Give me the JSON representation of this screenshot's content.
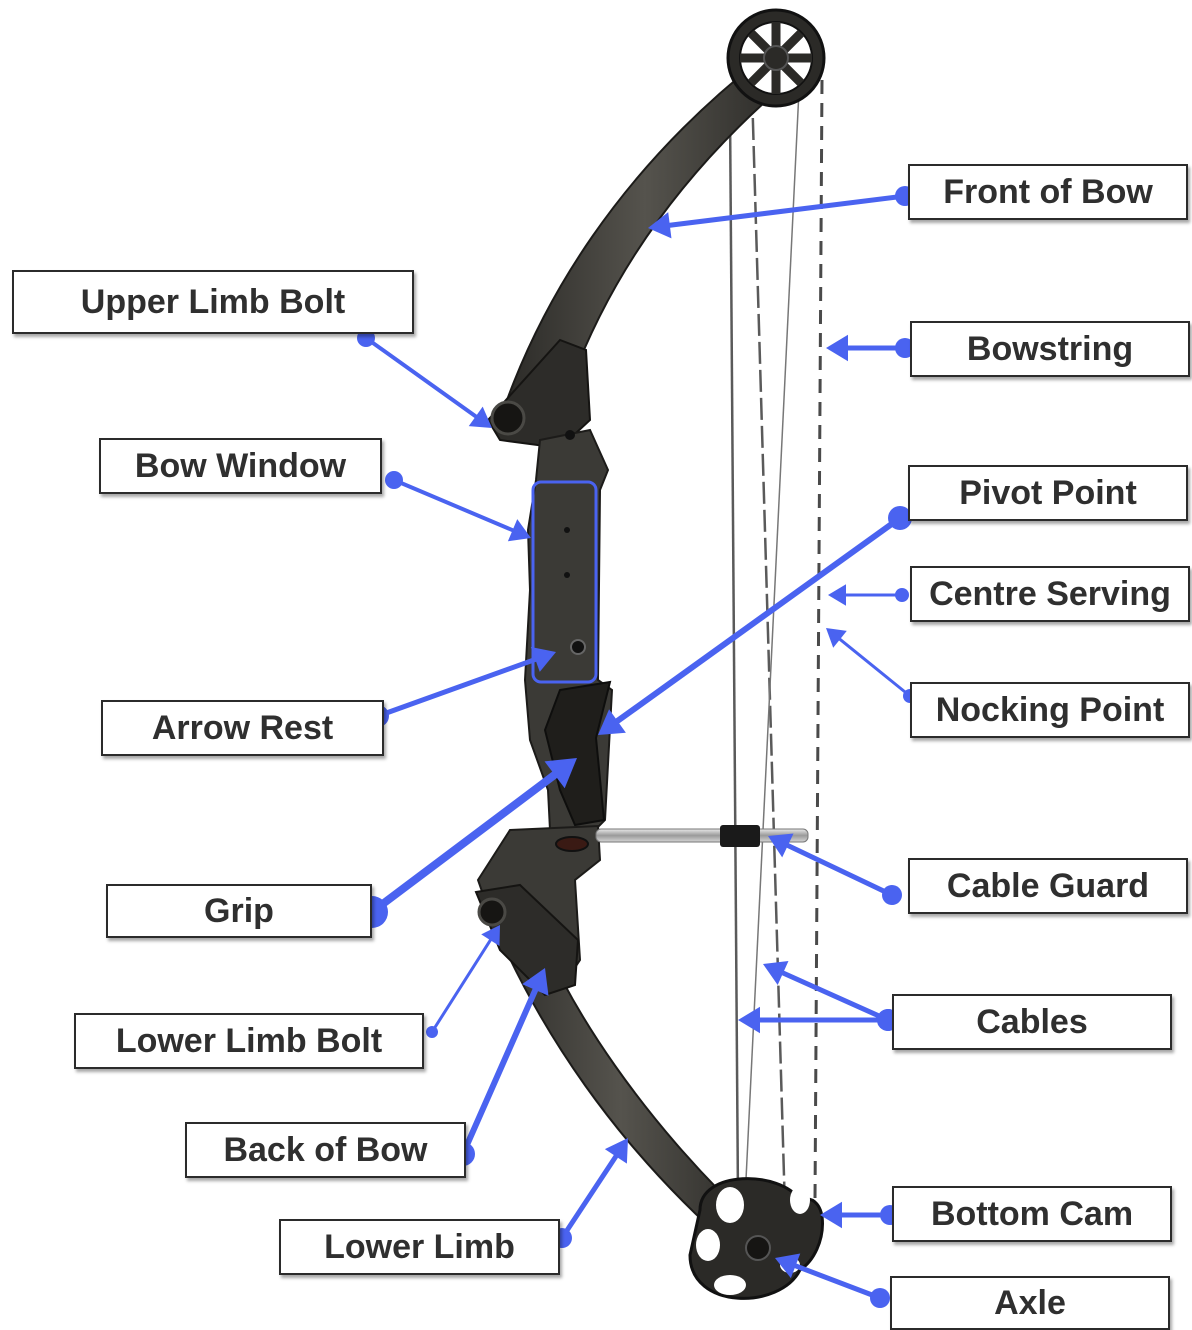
{
  "colors": {
    "arrow": "#4a63f0",
    "bow_body": "#3b3a36",
    "bow_dark": "#1f1e1b",
    "label_text": "#2f2f2f",
    "label_border": "#2b2b2b"
  },
  "icons": [
    "upper-cam-icon",
    "bottom-cam-icon",
    "cable-guard-rod-icon"
  ],
  "labels": {
    "front_of_bow": "Front of Bow",
    "upper_limb_bolt": "Upper Limb Bolt",
    "bowstring": "Bowstring",
    "bow_window": "Bow Window",
    "pivot_point": "Pivot Point",
    "centre_serving": "Centre Serving",
    "nocking_point": "Nocking Point",
    "arrow_rest": "Arrow Rest",
    "cable_guard": "Cable Guard",
    "grip": "Grip",
    "cables": "Cables",
    "lower_limb_bolt": "Lower Limb Bolt",
    "back_of_bow": "Back of Bow",
    "bottom_cam": "Bottom Cam",
    "lower_limb": "Lower Limb",
    "axle": "Axle"
  }
}
